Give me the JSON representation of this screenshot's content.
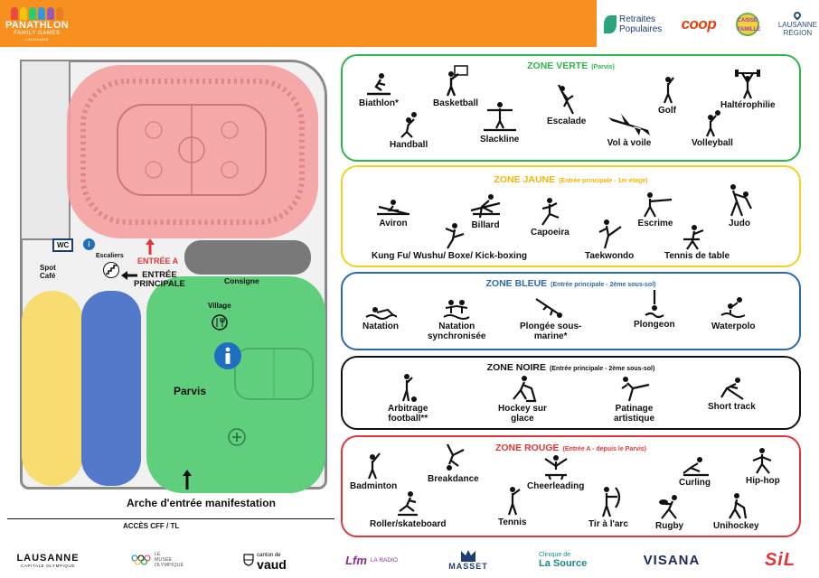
{
  "header": {
    "logo": {
      "title": "PANATHLON",
      "subtitle": "FAMILY GAMES",
      "city": "LAUSANNE"
    },
    "sponsors": {
      "retraites_populaires_line1": "Retraites",
      "retraites_populaires_line2": "Populaires",
      "coop": "coop",
      "ccf": "CAISSE FAMILLE",
      "lausanne_region_line1": "LAUSANNE",
      "lausanne_region_line2": "RÉGION"
    }
  },
  "map": {
    "entree_a": "ENTRÉE A",
    "entree_principale_line1": "ENTRÉE",
    "entree_principale_line2": "PRINCIPALE",
    "consigne": "Consigne",
    "village": "Village",
    "parvis": "Parvis",
    "wc": "WC",
    "escaliers": "Escaliers",
    "spot_cafe_line1": "Spot",
    "spot_cafe_line2": "Café",
    "arche": "Arche d'entrée manifestation",
    "acces": "ACCÈS CFF / TL",
    "info_icon": "info-icon",
    "colors": {
      "red": "#f4a0a0",
      "green": "#5fcf7e",
      "blue": "#4a72c8",
      "yellow": "#f7dc6f",
      "gray": "#6b6b6b"
    }
  },
  "zones": [
    {
      "key": "verte",
      "title": "ZONE VERTE",
      "subtitle": "(Parvis)",
      "color": "#2fb64b",
      "sports": [
        "Biathlon*",
        "Basketball",
        "Slackline",
        "Escalade",
        "Golf",
        "Haltérophilie",
        "Handball",
        "Vol à voile",
        "Volleyball"
      ]
    },
    {
      "key": "jaune",
      "title": "ZONE JAUNE",
      "subtitle": "(Entrée principale - 1er étage)",
      "color": "#f2d21a",
      "sports": [
        "Aviron",
        "Billard",
        "Capoeira",
        "Escrime",
        "Judo",
        "Kung Fu/ Wushu/ Boxe/ Kick-boxing",
        "Taekwondo",
        "Tennis de table"
      ]
    },
    {
      "key": "bleue",
      "title": "ZONE BLEUE",
      "subtitle": "(Entrée principale - 2ème sous-sol)",
      "color": "#2c69b0",
      "sports": [
        "Natation",
        "Natation",
        "synchronisée",
        "Plongée sous-",
        "marine*",
        "Plongeon",
        "Waterpolo"
      ]
    },
    {
      "key": "noire",
      "title": "ZONE NOIRE",
      "subtitle": "(Entrée principale - 2ème sous-sol)",
      "color": "#111111",
      "sports": [
        "Arbitrage",
        "football**",
        "Hockey sur",
        "glace",
        "Patinage",
        "artistique",
        "Short track"
      ]
    },
    {
      "key": "rouge",
      "title": "ZONE ROUGE",
      "subtitle": "(Entrée A - depuis le Parvis)",
      "color": "#e0363a",
      "sports": [
        "Badminton",
        "Breakdance",
        "Cheerleading",
        "Curling",
        "Hip-hop",
        "Roller/skateboard",
        "Tennis",
        "Tir à l'arc",
        "Rugby",
        "Unihockey"
      ]
    }
  ],
  "footer": {
    "lausanne": "LAUSANNE",
    "lausanne_sub": "CAPITALE OLYMPIQUE",
    "musee_line1": "LE",
    "musee_line2": "MUSÉE",
    "musee_line3": "OLYMPIQUE",
    "vaud_small": "canton de",
    "vaud": "vaud",
    "lfm": "Lfm",
    "lfm_radio": "LA RADIO",
    "masset": "MASSET",
    "clinique_line1": "Clinique de",
    "clinique_line2": "La Source",
    "visana": "VISANA",
    "sil": "SiL"
  }
}
